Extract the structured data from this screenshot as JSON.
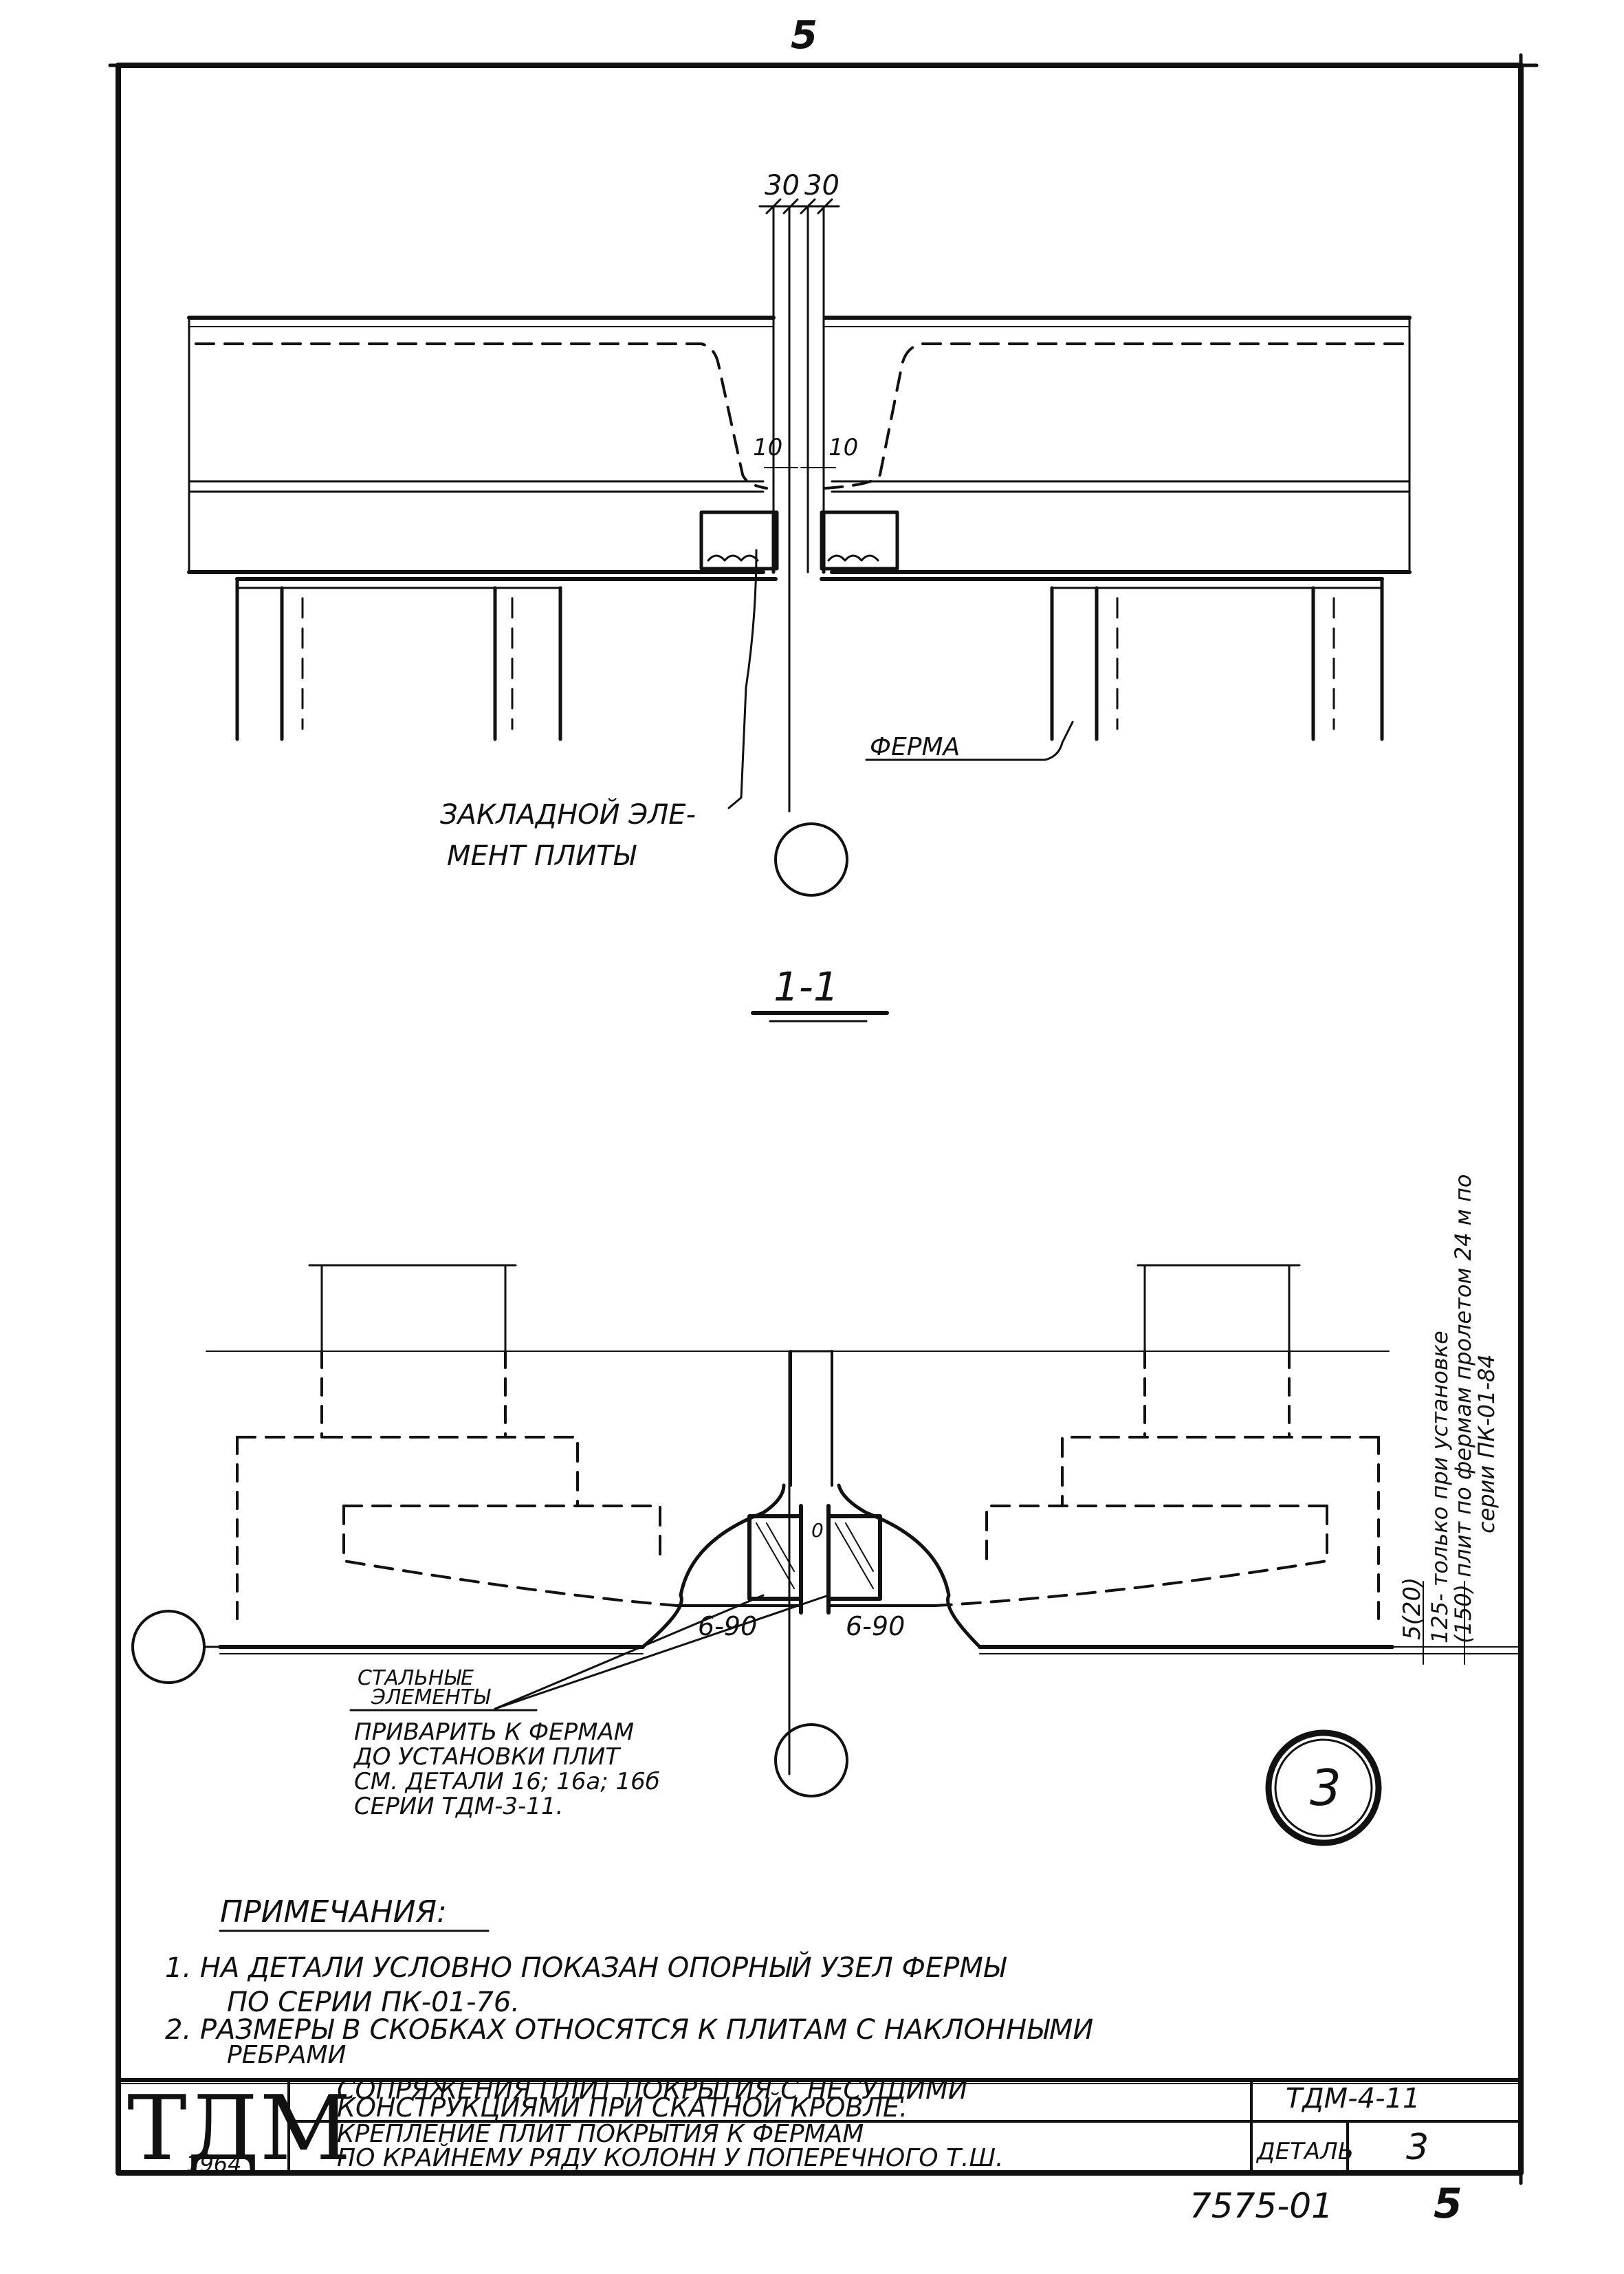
{
  "sheet": {
    "page_top_number": "5",
    "page_bottom_number": "5",
    "archive_number": "7575-01"
  },
  "section_1": {
    "label": "1-1",
    "dim_left": "30",
    "dim_right": "30",
    "gap_left": "10",
    "gap_right": "10",
    "callout_ferma": "ФЕРМА",
    "callout_embedded_line1": "ЗАКЛАДНОЙ ЭЛЕ-",
    "callout_embedded_line2": "МЕНТ ПЛИТЫ"
  },
  "section_2": {
    "weld_left": "6-90",
    "weld_right": "6-90",
    "dim_bottom": "5(20)",
    "dim_small": "0",
    "vertical_note_line1": "125- только при установке",
    "vertical_note_line2": "(150) плит по фермам пролетом 24 м по",
    "vertical_note_line3": "серии ПК-01-84",
    "steel_title_line1": "СТАЛЬНЫЕ",
    "steel_title_line2": "ЭЛЕМЕНТЫ",
    "steel_text_line1": "ПРИВАРИТЬ К ФЕРМАМ",
    "steel_text_line2": "ДО УСТАНОВКИ ПЛИТ",
    "steel_text_line3": "СМ. ДЕТАЛИ 16; 16а; 16б",
    "steel_text_line4": "СЕРИИ ТДМ-3-11."
  },
  "detail_marker": "3",
  "notes": {
    "title": "ПРИМЕЧАНИЯ:",
    "note1_line1": "1. НА ДЕТАЛИ УСЛОВНО ПОКАЗАН ОПОРНЫЙ УЗЕЛ ФЕРМЫ",
    "note1_line2": "ПО СЕРИИ ПК-01-76.",
    "note2_line1": "2. РАЗМЕРЫ В СКОБКАХ ОТНОСЯТСЯ К ПЛИТАМ С НАКЛОННЫМИ",
    "note2_line2": "РЕБРАМИ"
  },
  "title_block": {
    "logo": "ТДМ",
    "year": "1964",
    "title_line1": "СОПРЯЖЕНИЯ ПЛИТ ПОКРЫТИЯ С НЕСУЩИМИ",
    "title_line2": "КОНСТРУКЦИЯМИ ПРИ СКАТНОЙ КРОВЛЕ.",
    "subtitle_line1": "КРЕПЛЕНИЕ ПЛИТ ПОКРЫТИЯ К ФЕРМАМ",
    "subtitle_line2": "ПО КРАЙНЕМУ РЯДУ КОЛОНН У ПОПЕРЕЧНОГО Т.Ш.",
    "series_code": "ТДМ-4-11",
    "detail_label": "ДЕТАЛЬ",
    "detail_number": "3"
  }
}
